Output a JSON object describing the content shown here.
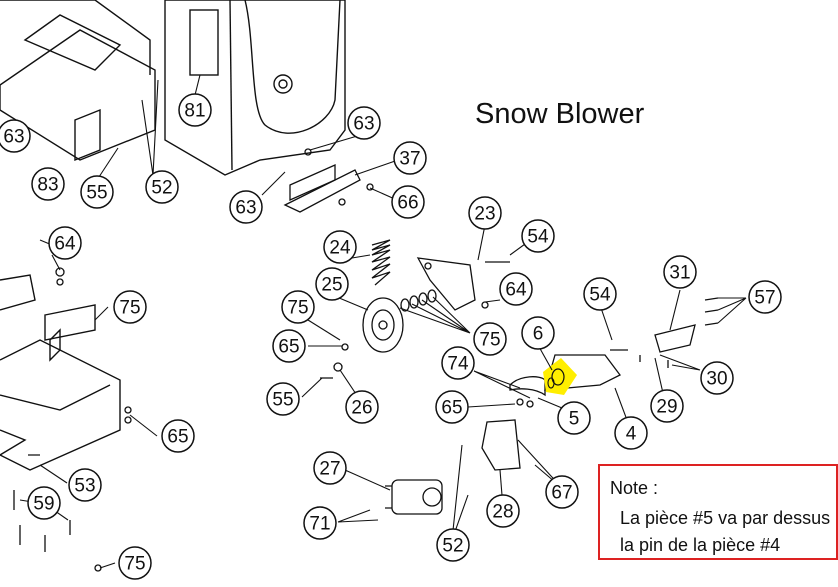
{
  "title": "Snow Blower",
  "note": {
    "title": "Note :",
    "line1": "La pièce #5 va par dessus",
    "line2": "la pin de la pièce #4"
  },
  "callouts": [
    "63",
    "81",
    "63",
    "37",
    "83",
    "55",
    "52",
    "63",
    "66",
    "64",
    "23",
    "54",
    "24",
    "75",
    "25",
    "64",
    "54",
    "31",
    "57",
    "75",
    "75",
    "6",
    "65",
    "74",
    "30",
    "29",
    "55",
    "26",
    "65",
    "5",
    "4",
    "65",
    "27",
    "53",
    "67",
    "59",
    "28",
    "71",
    "52",
    "75"
  ],
  "highlight_color": "#ffee00",
  "note_border_color": "#dd2222"
}
